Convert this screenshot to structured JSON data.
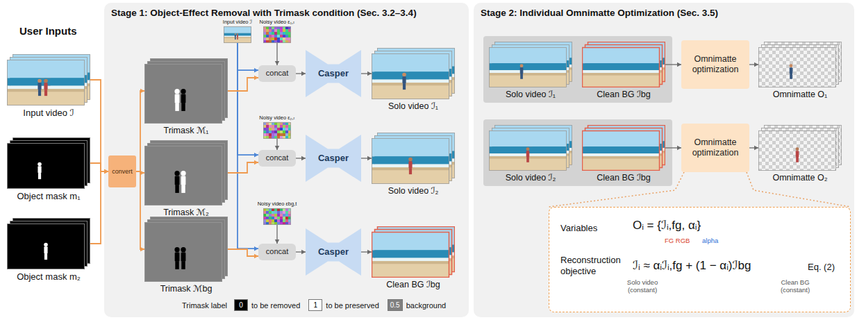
{
  "diagram": {
    "nodes": [
      {
        "text": [
          "Input video ℐ"
        ]
      },
      {
        "text": [
          "Object mask m₁"
        ]
      },
      {
        "text": [
          "Object mask m₂"
        ]
      },
      {
        "text": [
          "Stage 1: Object-Effect Removal with Trimask condition (Sec. 3.2–3.4)"
        ]
      },
      {
        "text": [
          "convert"
        ],
        "in": 3
      },
      {
        "text": [
          "Trimask ℳ₁"
        ],
        "in": 3
      },
      {
        "text": [
          "Input video ℐ"
        ],
        "in": 3
      },
      {
        "text": [
          "Noisy video ε₁,ₜ"
        ],
        "in": 3
      },
      {
        "text": [
          "concat"
        ],
        "in": 3
      },
      {
        "text": [
          "Casper"
        ],
        "in": 3
      },
      {
        "text": [
          "Solo video ℐ₁"
        ],
        "in": 3
      },
      {
        "text": [
          "Trimask ℳ₂"
        ],
        "in": 3
      },
      {
        "text": [
          "Noisy video ε₂,ₜ"
        ],
        "in": 3
      },
      {
        "text": [
          "concat"
        ],
        "in": 3
      },
      {
        "text": [
          "Casper"
        ],
        "in": 3
      },
      {
        "text": [
          "Solo video ℐ₂"
        ],
        "in": 3
      },
      {
        "text": [
          "Trimask ℳbg"
        ],
        "in": 3
      },
      {
        "text": [
          "Noisy video εbg,t"
        ],
        "in": 3
      },
      {
        "text": [
          "concat"
        ],
        "in": 3
      },
      {
        "text": [
          "Casper"
        ],
        "in": 3
      },
      {
        "text": [
          "Clean BG ℐbg"
        ],
        "in": 3
      },
      {
        "text": [
          "Stage 2: Individual Omnimatte Optimization (Sec. 3.5)"
        ]
      },
      {
        "text": [
          "Solo video ℐ₁"
        ],
        "in": 21
      },
      {
        "text": [
          "Clean BG ℐbg"
        ],
        "in": 21
      },
      {
        "text": [
          "Omnimatte optimization"
        ],
        "in": 21
      },
      {
        "text": [
          "Omnimatte O₁"
        ],
        "in": 21
      },
      {
        "text": [
          "Solo video ℐ₂"
        ],
        "in": 21
      },
      {
        "text": [
          "Clean BG ℐbg"
        ],
        "in": 21
      },
      {
        "text": [
          "Omnimatte optimization"
        ],
        "in": 21
      },
      {
        "text": [
          "Omnimatte O₂"
        ],
        "in": 21
      },
      {
        "text": [
          "Variables",
          "Oᵢ = {ℐᵢ,fg, αᵢ}",
          "FG RGB",
          "alpha",
          "Reconstruction objective",
          "ℐᵢ ≈ αᵢℐᵢ,fg + (1 − αᵢ)ℐbg",
          "Eq. (2)",
          "Solo video (constant)",
          "Clean BG (constant)"
        ],
        "in": 21
      }
    ],
    "edges": [
      {
        "from": 0,
        "to": 4,
        "arrow": "to"
      },
      {
        "from": 1,
        "to": 4,
        "arrow": "to"
      },
      {
        "from": 2,
        "to": 4,
        "arrow": "to"
      },
      {
        "from": 4,
        "to": 5,
        "arrow": "to"
      },
      {
        "from": 4,
        "to": 11,
        "arrow": "to"
      },
      {
        "from": 4,
        "to": 16,
        "arrow": "to"
      },
      {
        "from": 6,
        "to": 8,
        "arrow": "to"
      },
      {
        "from": 6,
        "to": 13,
        "arrow": "to"
      },
      {
        "from": 6,
        "to": 18,
        "arrow": "to"
      },
      {
        "from": 7,
        "to": 8,
        "arrow": "to"
      },
      {
        "from": 5,
        "to": 8,
        "arrow": "to"
      },
      {
        "from": 8,
        "to": 9,
        "arrow": "to"
      },
      {
        "from": 9,
        "to": 10,
        "arrow": "to"
      },
      {
        "from": 12,
        "to": 13,
        "arrow": "to"
      },
      {
        "from": 11,
        "to": 13,
        "arrow": "to"
      },
      {
        "from": 13,
        "to": 14,
        "arrow": "to"
      },
      {
        "from": 14,
        "to": 15,
        "arrow": "to"
      },
      {
        "from": 17,
        "to": 18,
        "arrow": "to"
      },
      {
        "from": 16,
        "to": 18,
        "arrow": "to"
      },
      {
        "from": 18,
        "to": 19,
        "arrow": "to"
      },
      {
        "from": 19,
        "to": 20,
        "arrow": "to"
      },
      {
        "from": 23,
        "to": 24,
        "arrow": "to"
      },
      {
        "from": 24,
        "to": 25,
        "arrow": "to"
      },
      {
        "from": 27,
        "to": 28,
        "arrow": "to"
      },
      {
        "from": 28,
        "to": 29,
        "arrow": "to"
      }
    ],
    "labels": [
      "User Inputs",
      "Trimask label",
      "0",
      "1",
      "0.5"
    ],
    "legend": [
      {
        "text": "to be removed",
        "color": "#000000"
      },
      {
        "text": "to be preserved",
        "color": "#ffffff"
      },
      {
        "text": "background",
        "color": "#808080"
      }
    ]
  }
}
